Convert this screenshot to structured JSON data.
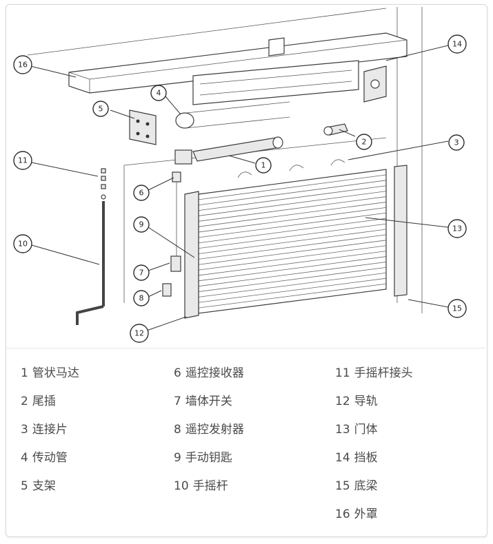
{
  "callouts": [
    "1",
    "2",
    "3",
    "4",
    "5",
    "6",
    "7",
    "8",
    "9",
    "10",
    "11",
    "12",
    "13",
    "14",
    "15",
    "16"
  ],
  "legend": {
    "col1": [
      {
        "num": "1",
        "text": "管状马达"
      },
      {
        "num": "2",
        "text": "尾插"
      },
      {
        "num": "3",
        "text": "连接片"
      },
      {
        "num": "4",
        "text": "传动管"
      },
      {
        "num": "5",
        "text": "支架"
      }
    ],
    "col2": [
      {
        "num": "6",
        "text": "遥控接收器"
      },
      {
        "num": "7",
        "text": "墙体开关"
      },
      {
        "num": "8",
        "text": "遥控发射器"
      },
      {
        "num": "9",
        "text": "手动钥匙"
      },
      {
        "num": "10",
        "text": "手摇杆"
      }
    ],
    "col3": [
      {
        "num": "11",
        "text": "手摇杆接头"
      },
      {
        "num": "12",
        "text": "导轨"
      },
      {
        "num": "13",
        "text": "门体"
      },
      {
        "num": "14",
        "text": "挡板"
      },
      {
        "num": "15",
        "text": "底梁"
      },
      {
        "num": "16",
        "text": "外罩"
      }
    ]
  }
}
